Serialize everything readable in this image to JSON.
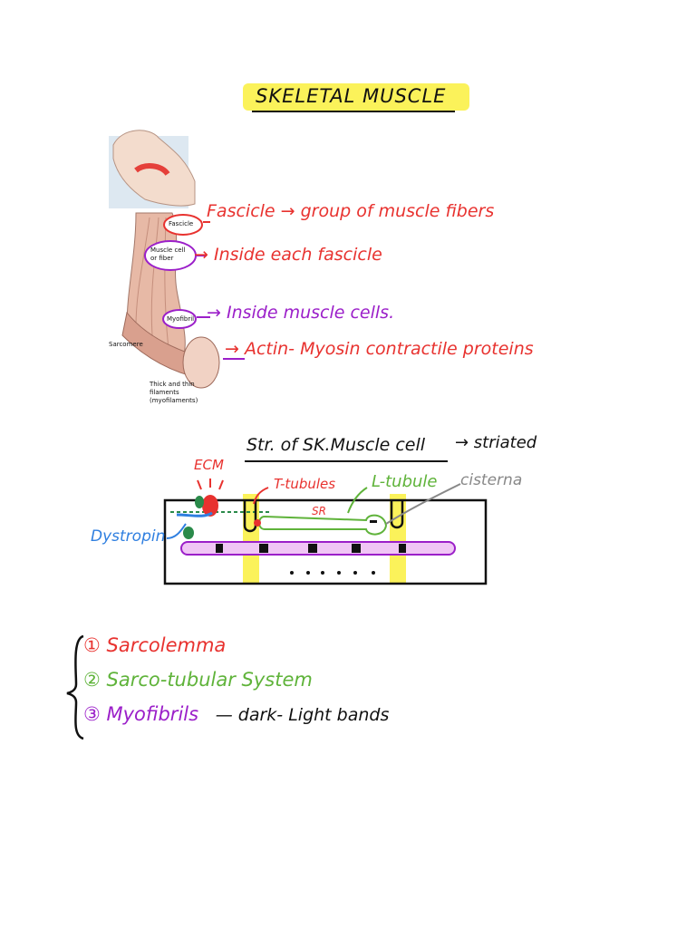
{
  "title": "SKELETAL MUSCLE",
  "figure": {
    "labels": {
      "fascicle": "Fascicle",
      "muscle_cell": "Muscle cell or fiber",
      "myofibril": "Myofibril",
      "sarcomere": "Sarcomere",
      "filaments": "Thick and thin filaments (myofilaments)"
    }
  },
  "annotations": {
    "fascicle": "Fascicle → group of muscle fibers",
    "muscle_cell": "→ Inside each fascicle",
    "myofibril": "→ Inside muscle cells.",
    "filaments": "→ Actin- Myosin contractile proteins"
  },
  "diagram": {
    "heading": "Str. of SK.Muscle cell",
    "heading_suffix": "→ striated",
    "labels": {
      "ecm": "ECM",
      "t_tubules": "T-tubules",
      "l_tubule": "L-tubule",
      "cisterna": "cisterna",
      "sr": "SR",
      "dystropin": "Dystropin"
    }
  },
  "list": {
    "items": [
      {
        "num": "①",
        "text": "Sarcolemma",
        "suffix": "",
        "color": "#e8322f"
      },
      {
        "num": "②",
        "text": "Sarco-tubular System",
        "suffix": "",
        "color": "#5fb33a"
      },
      {
        "num": "③",
        "text": "Myofibrils",
        "suffix": "— dark- Light bands",
        "color": "#9b1fc9"
      }
    ]
  }
}
